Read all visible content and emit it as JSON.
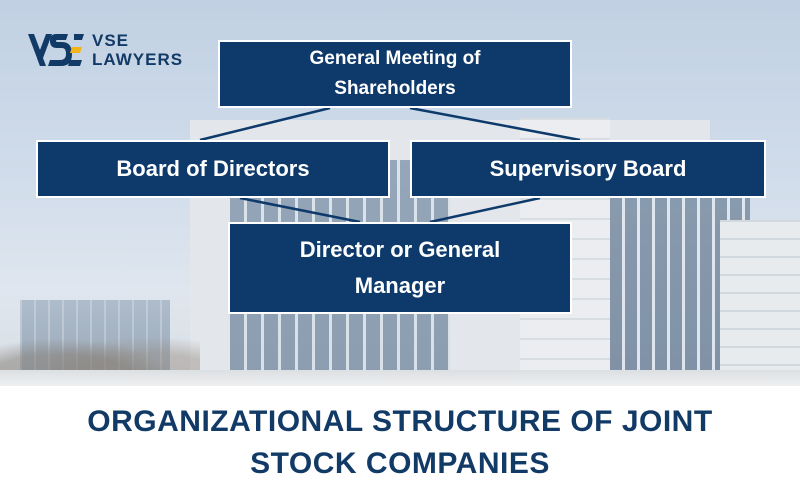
{
  "brand": {
    "line1": "VSE",
    "line2": "LAWYERS",
    "mark_icon": "vse-logo-mark",
    "colors": {
      "navy": "#123a66",
      "accent": "#f2b31b"
    }
  },
  "org_chart": {
    "top": {
      "line1": "General Meeting of",
      "line2": "Shareholders"
    },
    "left": "Board of Directors",
    "right": "Supervisory Board",
    "bottom": {
      "line1": "Director or General",
      "line2": "Manager"
    },
    "box_color": "#0d3a6b",
    "connector_color": "#0d3a6b"
  },
  "footer": {
    "line1": "ORGANIZATIONAL STRUCTURE OF JOINT",
    "line2": "STOCK COMPANIES"
  }
}
